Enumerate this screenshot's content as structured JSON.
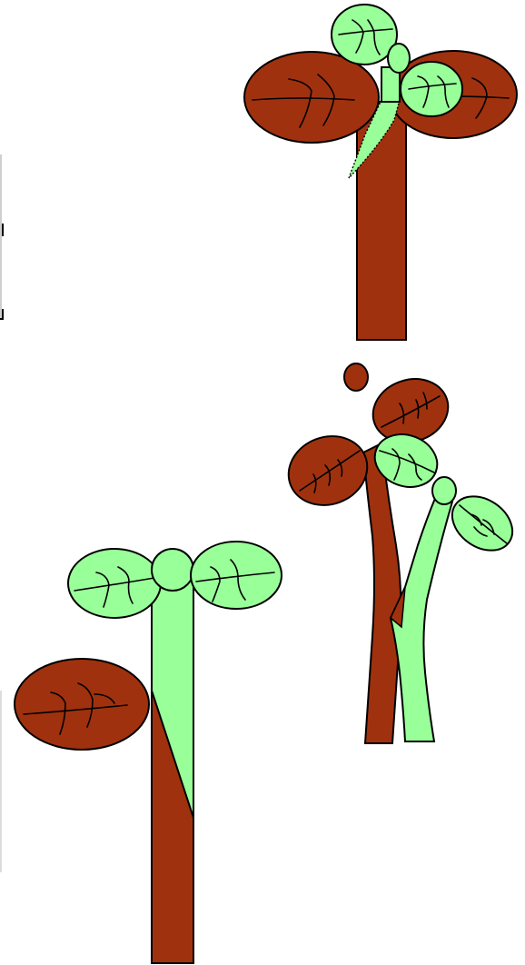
{
  "colors": {
    "rootstock": "#a0310f",
    "scion": "#99ff99",
    "outline": "#000000",
    "background": "#ffffff"
  },
  "panels": [
    {
      "id": "graft-top",
      "label": ""
    },
    {
      "id": "graft-middle",
      "label": ""
    },
    {
      "id": "graft-bottom",
      "label": ""
    }
  ]
}
